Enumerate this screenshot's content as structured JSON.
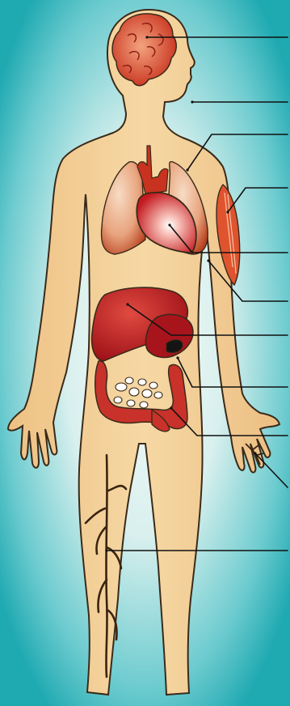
{
  "diagram": {
    "subject": "human-body-organ-systems",
    "labels_visible": false,
    "organs": [
      {
        "id": "brain",
        "color": "#c8321e"
      },
      {
        "id": "mouth",
        "color": "#3a2a1a"
      },
      {
        "id": "lungs",
        "color": "#d9805a"
      },
      {
        "id": "heart",
        "color": "#c41a20"
      },
      {
        "id": "arm-muscle",
        "color": "#c8321e"
      },
      {
        "id": "liver",
        "color": "#b2181c"
      },
      {
        "id": "stomach",
        "color": "#a8141c"
      },
      {
        "id": "small-intestine",
        "color": "#c8322a"
      },
      {
        "id": "large-intestine",
        "color": "#c8322a"
      },
      {
        "id": "hand-nerves",
        "color": "#3a2410"
      },
      {
        "id": "leg-veins",
        "color": "#3a2410"
      }
    ],
    "colors": {
      "background_edge": "#1fa9b1",
      "background_glow": "#eaf7f5",
      "body_fill": "#f3cf94",
      "body_outline": "#3a2a1a",
      "leader_line": "#111111"
    }
  }
}
